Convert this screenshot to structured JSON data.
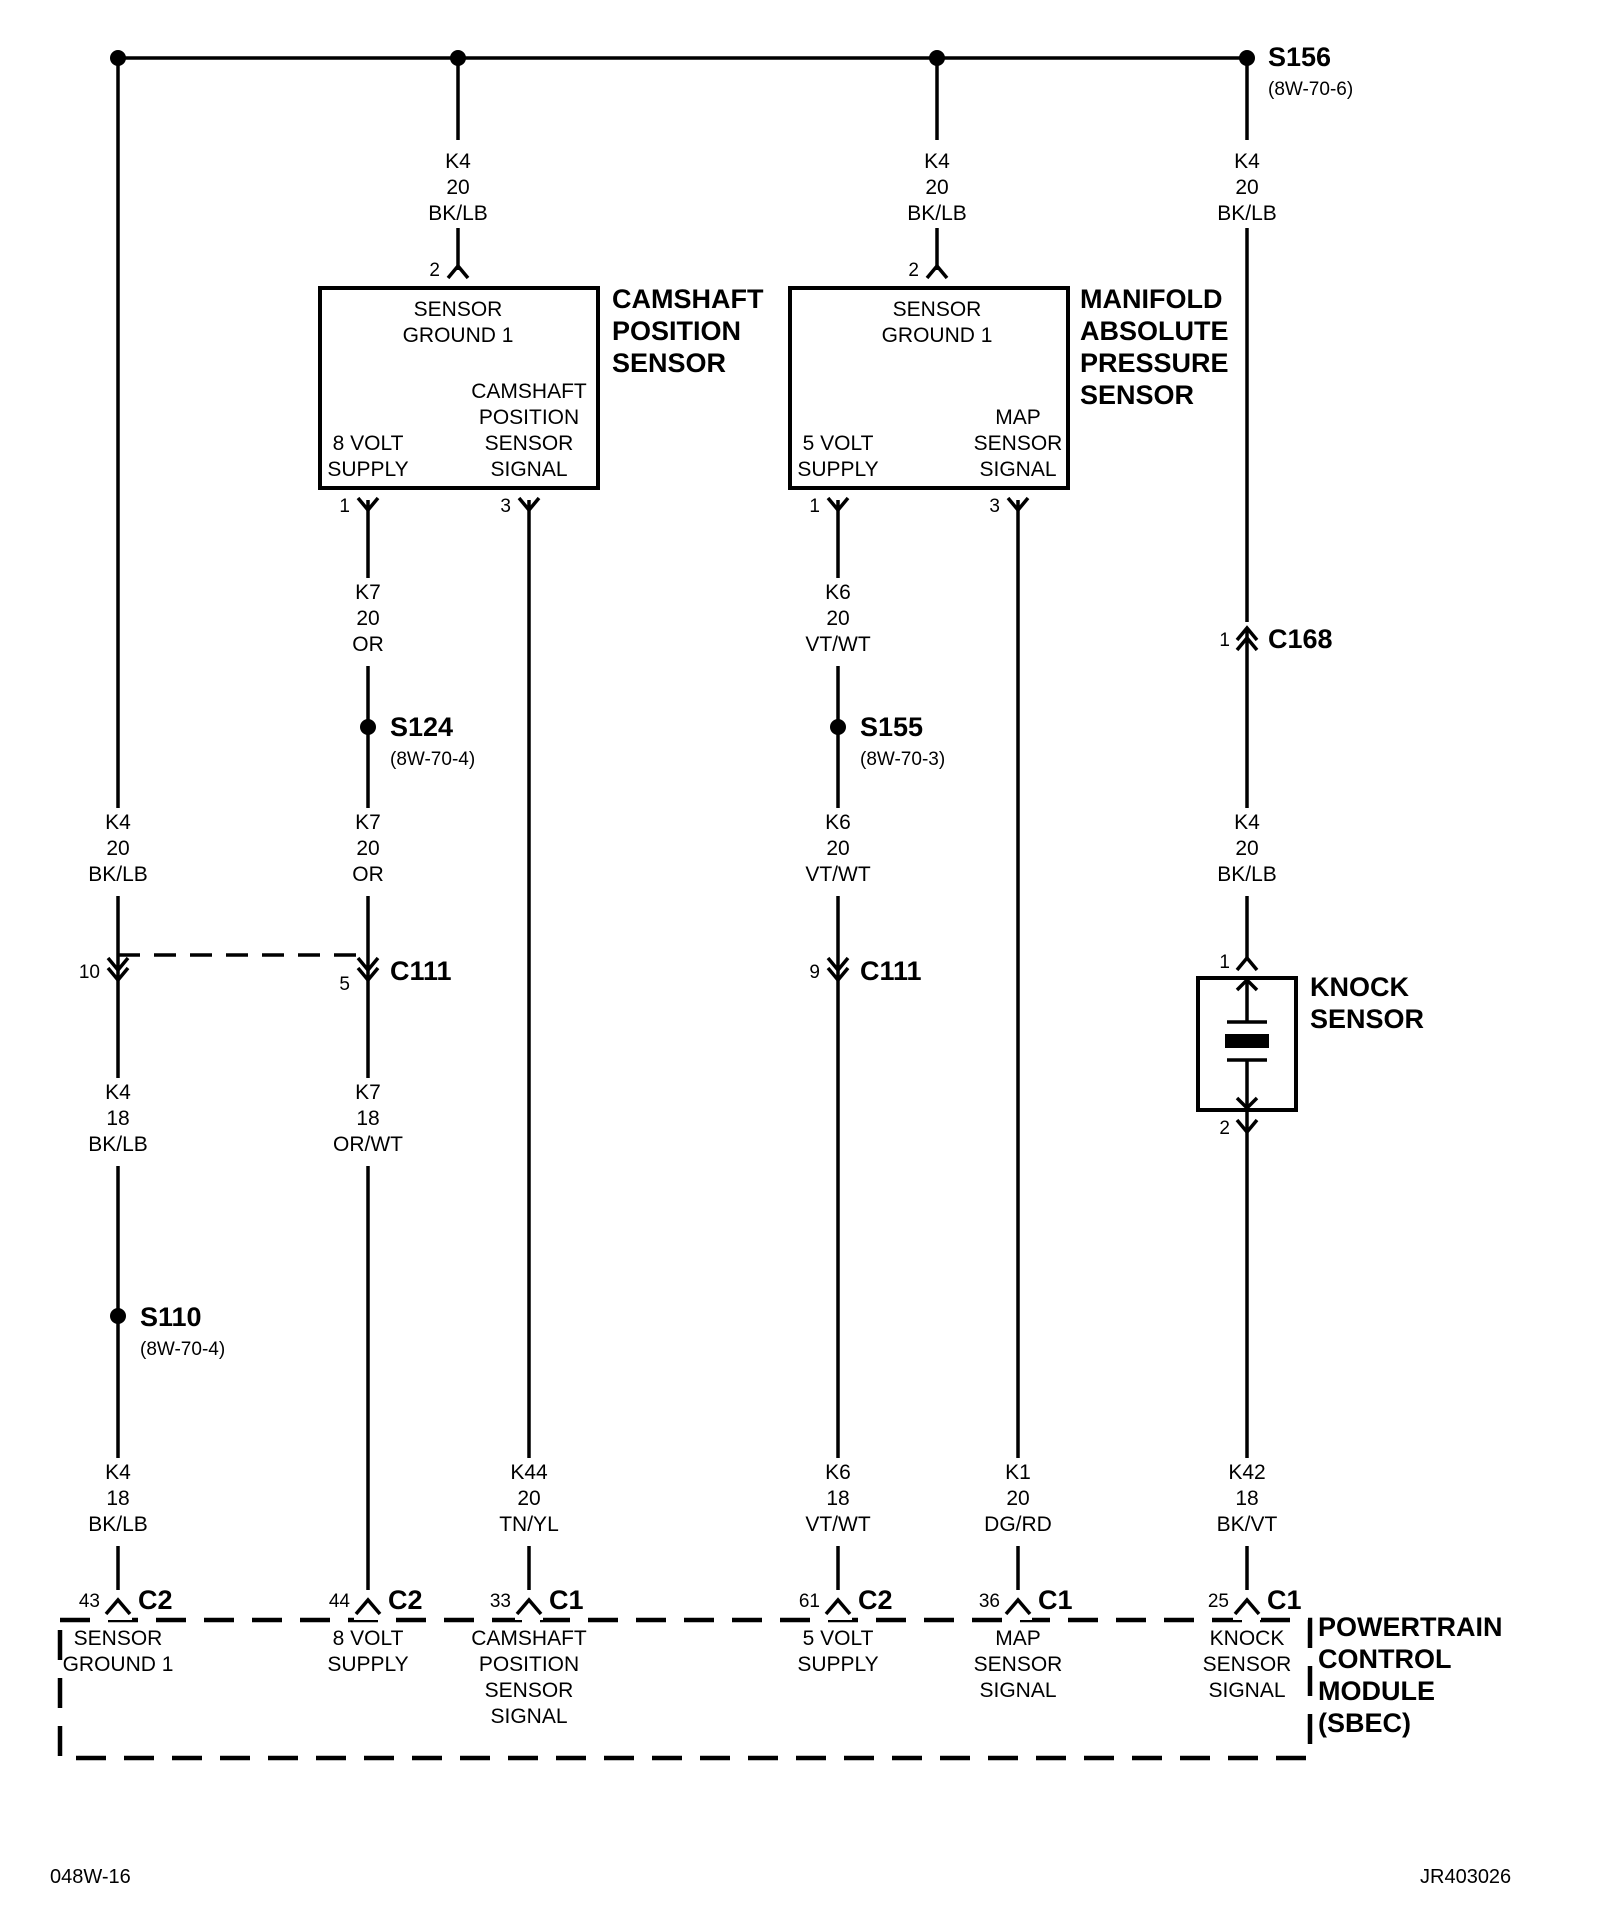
{
  "diagram": {
    "splices": [
      {
        "id": "S156",
        "ref": "(8W-70-6)"
      },
      {
        "id": "S124",
        "ref": "(8W-70-4)"
      },
      {
        "id": "S155",
        "ref": "(8W-70-3)"
      },
      {
        "id": "S110",
        "ref": "(8W-70-4)"
      }
    ],
    "wires": {
      "k4_top_1": [
        "K4",
        "20",
        "BK/LB"
      ],
      "k4_top_2": [
        "K4",
        "20",
        "BK/LB"
      ],
      "k4_top_3": [
        "K4",
        "20",
        "BK/LB"
      ],
      "k7_upper": [
        "K7",
        "20",
        "OR"
      ],
      "k6_upper": [
        "K6",
        "20",
        "VT/WT"
      ],
      "k4_left_upper": [
        "K4",
        "20",
        "BK/LB"
      ],
      "k7_mid": [
        "K7",
        "20",
        "OR"
      ],
      "k6_mid": [
        "K6",
        "20",
        "VT/WT"
      ],
      "k4_right_mid": [
        "K4",
        "20",
        "BK/LB"
      ],
      "k4_left_mid": [
        "K4",
        "18",
        "BK/LB"
      ],
      "k7_lower": [
        "K7",
        "18",
        "OR/WT"
      ],
      "k4_left_low": [
        "K4",
        "18",
        "BK/LB"
      ],
      "k44": [
        "K44",
        "20",
        "TN/YL"
      ],
      "k6_low": [
        "K6",
        "18",
        "VT/WT"
      ],
      "k1": [
        "K1",
        "20",
        "DG/RD"
      ],
      "k42": [
        "K42",
        "18",
        "BK/VT"
      ]
    },
    "components": {
      "cam": {
        "title": [
          "CAMSHAFT",
          "POSITION",
          "SENSOR"
        ],
        "ground": [
          "SENSOR",
          "GROUND 1"
        ],
        "supply": [
          "8 VOLT",
          "SUPPLY"
        ],
        "signal": [
          "CAMSHAFT",
          "POSITION",
          "SENSOR",
          "SIGNAL"
        ],
        "pins": {
          "ground": "2",
          "supply": "1",
          "signal": "3"
        }
      },
      "map": {
        "title": [
          "MANIFOLD",
          "ABSOLUTE",
          "PRESSURE",
          "SENSOR"
        ],
        "ground": [
          "SENSOR",
          "GROUND 1"
        ],
        "supply": [
          "5 VOLT",
          "SUPPLY"
        ],
        "signal": [
          "MAP",
          "SENSOR",
          "SIGNAL"
        ],
        "pins": {
          "ground": "2",
          "supply": "1",
          "signal": "3"
        }
      },
      "knock": {
        "title": [
          "KNOCK",
          "SENSOR"
        ],
        "pins": {
          "top": "1",
          "bottom": "2"
        }
      },
      "pcm": {
        "title": [
          "POWERTRAIN",
          "CONTROL",
          "MODULE",
          "(SBEC)"
        ],
        "terminals": [
          {
            "pin": "43",
            "conn": "C2",
            "label": [
              "SENSOR",
              "GROUND 1"
            ]
          },
          {
            "pin": "44",
            "conn": "C2",
            "label": [
              "8 VOLT",
              "SUPPLY"
            ]
          },
          {
            "pin": "33",
            "conn": "C1",
            "label": [
              "CAMSHAFT",
              "POSITION",
              "SENSOR",
              "SIGNAL"
            ]
          },
          {
            "pin": "61",
            "conn": "C2",
            "label": [
              "5 VOLT",
              "SUPPLY"
            ]
          },
          {
            "pin": "36",
            "conn": "C1",
            "label": [
              "MAP",
              "SENSOR",
              "SIGNAL"
            ]
          },
          {
            "pin": "25",
            "conn": "C1",
            "label": [
              "KNOCK",
              "SENSOR",
              "SIGNAL"
            ]
          }
        ]
      }
    },
    "connectors": {
      "c168": {
        "id": "C168",
        "pin": "1"
      },
      "c111_left": {
        "id": "C111",
        "pins": [
          "10",
          "5"
        ]
      },
      "c111_right": {
        "id": "C111",
        "pin": "9"
      }
    },
    "footer": {
      "left": "048W-16",
      "right": "JR403026"
    }
  }
}
